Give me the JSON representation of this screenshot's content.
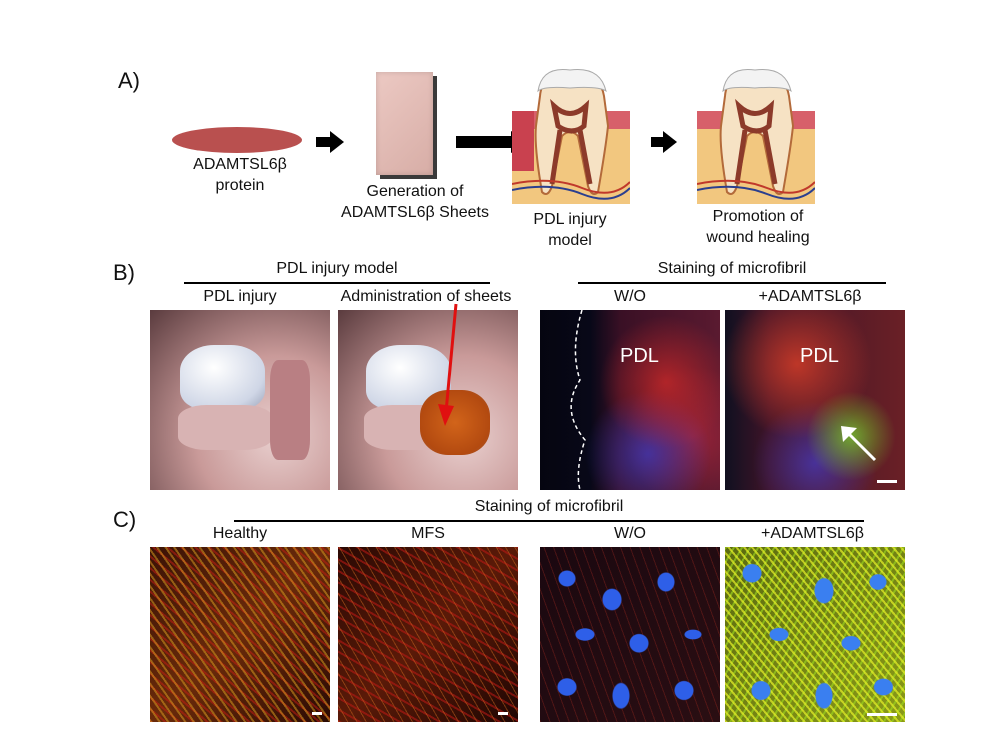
{
  "panels": {
    "a": "A)",
    "b": "B)",
    "c": "C)"
  },
  "panel_a": {
    "protein_label": "ADAMTSL6β\nprotein",
    "sheet_label": "Generation of\nADAMTSL6β Sheets",
    "injury_label": "PDL injury\nmodel",
    "healing_label": "Promotion of\nwound healing"
  },
  "panel_b": {
    "left_header": "PDL injury model",
    "left_sub1": "PDL injury",
    "left_sub2": "Administration of sheets",
    "right_header": "Staining of microfibril",
    "right_sub1": "W/O",
    "right_sub2": "+ADAMTSL6β",
    "pdl_tag1": "PDL",
    "pdl_tag2": "PDL"
  },
  "panel_c": {
    "header": "Staining of microfibril",
    "col1": "Healthy",
    "col2": "MFS",
    "col3": "W/O",
    "col4": "+ADAMTSL6β"
  }
}
